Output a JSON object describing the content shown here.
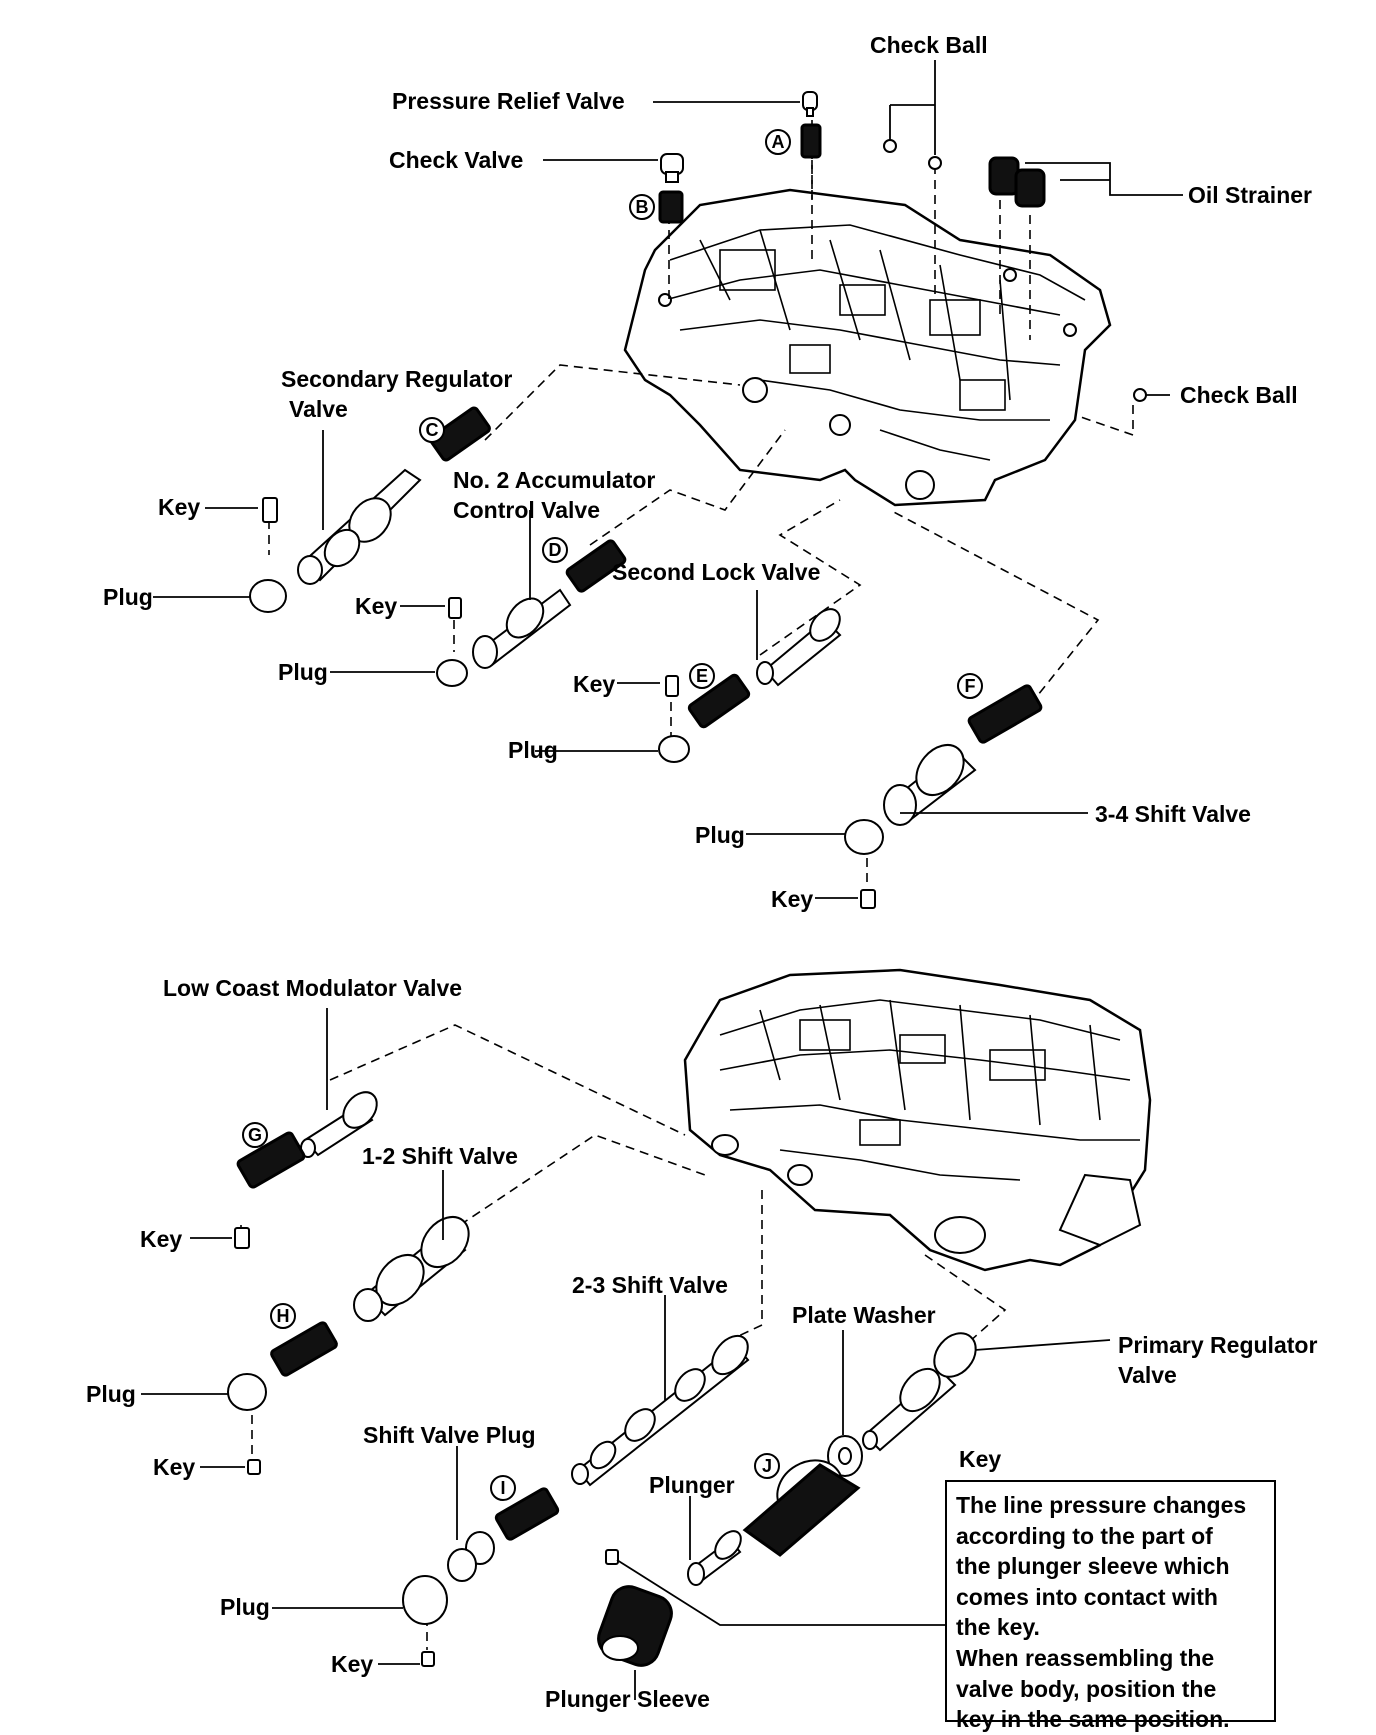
{
  "labels": {
    "check_ball_top": "Check Ball",
    "pressure_relief_valve": "Pressure Relief Valve",
    "check_valve": "Check Valve",
    "oil_strainer": "Oil Strainer",
    "check_ball_right": "Check Ball",
    "secondary_regulator_valve_l1": "Secondary Regulator",
    "secondary_regulator_valve_l2": "Valve",
    "key_1": "Key",
    "plug_1": "Plug",
    "no2_accumulator_l1": "No. 2 Accumulator",
    "no2_accumulator_l2": "Control Valve",
    "key_2": "Key",
    "plug_2": "Plug",
    "second_lock_valve": "Second Lock Valve",
    "key_3": "Key",
    "plug_3": "Plug",
    "shift_valve_34": "3-4 Shift Valve",
    "plug_4": "Plug",
    "key_4": "Key",
    "low_coast_modulator_valve": "Low Coast Modulator Valve",
    "shift_valve_12": "1-2 Shift Valve",
    "key_5": "Key",
    "plug_5": "Plug",
    "key_6": "Key",
    "shift_valve_23": "2-3 Shift Valve",
    "plate_washer": "Plate Washer",
    "primary_regulator_l1": "Primary Regulator",
    "primary_regulator_l2": "Valve",
    "shift_valve_plug": "Shift Valve Plug",
    "plunger": "Plunger",
    "key_note_title": "Key",
    "plug_6": "Plug",
    "key_7": "Key",
    "plunger_sleeve": "Plunger Sleeve"
  },
  "callouts": {
    "a": "A",
    "b": "B",
    "c": "C",
    "d": "D",
    "e": "E",
    "f": "F",
    "g": "G",
    "h": "H",
    "i": "I",
    "j": "J"
  },
  "note": {
    "lines": [
      "The line pressure changes",
      "according to the part of",
      "the plunger sleeve which",
      "comes into contact with",
      "the key.",
      "When reassembling the",
      "valve body, position the",
      "key in the same position."
    ]
  }
}
